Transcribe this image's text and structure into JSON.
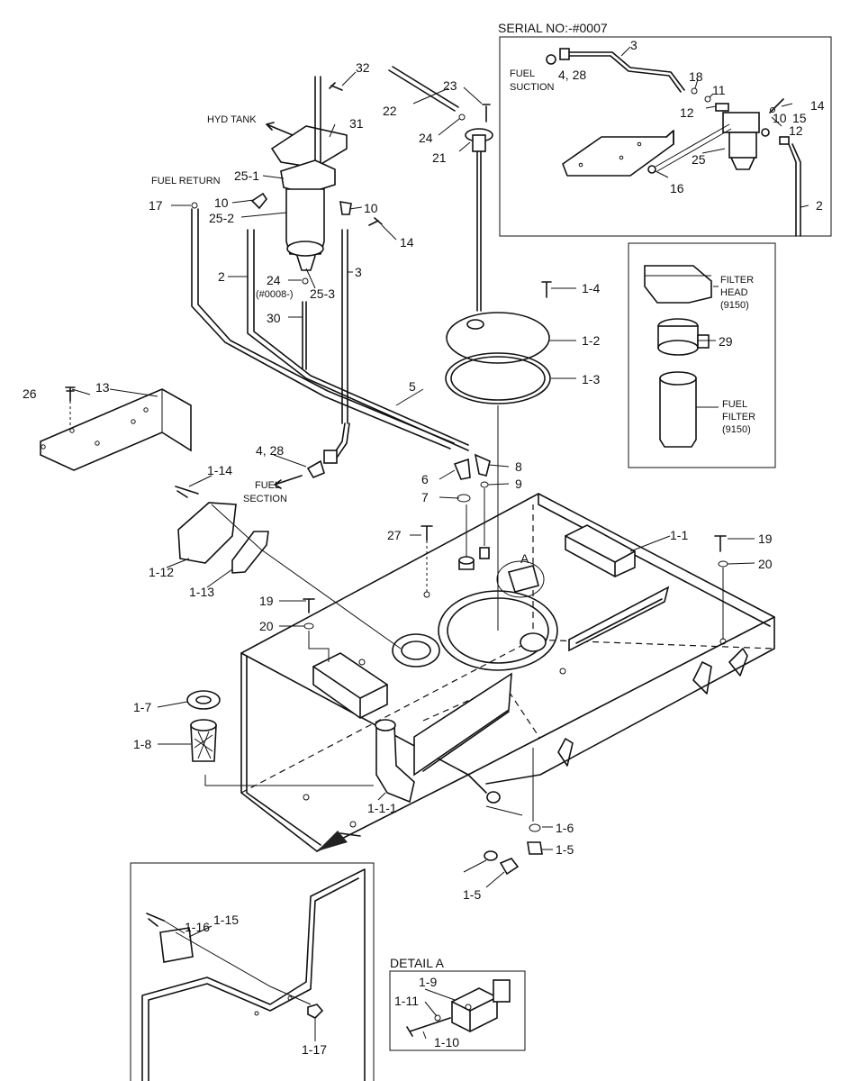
{
  "headers": {
    "serial": "SERIAL NO:-#0007",
    "detail_a": "DETAIL A",
    "hyd_tank": "HYD TANK",
    "fuel_return": "FUEL RETURN",
    "fuel_suction_l1": "FUEL",
    "fuel_suction_l2": "SUCTION",
    "fuel_section_l1": "FUEL",
    "fuel_section_l2": "SECTION",
    "filter_head_l1": "FILTER",
    "filter_head_l2": "HEAD",
    "filter_head_l3": "(9150)",
    "fuel_filter_l1": "FUEL",
    "fuel_filter_l2": "FILTER",
    "fuel_filter_l3": "(9150)",
    "serial_note": "(#0008-)",
    "detail_marker": "A"
  },
  "labels": {
    "p32": "32",
    "p31": "31",
    "p22": "22",
    "p23": "23",
    "p24a": "24",
    "p21": "21",
    "p25_1": "25-1",
    "p10a": "10",
    "p10b": "10",
    "p17": "17",
    "p25_2": "25-2",
    "p14a": "14",
    "p2a": "2",
    "p24b": "24",
    "p25_3": "25-3",
    "p3a": "3",
    "p30": "30",
    "p1_4": "1-4",
    "p1_2": "1-2",
    "p1_3": "1-3",
    "p26": "26",
    "p13": "13",
    "p5": "5",
    "p4_28a": "4, 28",
    "p6": "6",
    "p8": "8",
    "p7": "7",
    "p9": "9",
    "p1_14": "1-14",
    "p1_12": "1-12",
    "p1_13": "1-13",
    "p27": "27",
    "p1_1": "1-1",
    "p19a": "19",
    "p20a": "20",
    "p19b": "19",
    "p20b": "20",
    "p1_7": "1-7",
    "p1_8": "1-8",
    "p1_1_1": "1-1-1",
    "p1_6": "1-6",
    "p1_5a": "1-5",
    "p1_5b": "1-5",
    "p1_16": "1-16",
    "p1_15": "1-15",
    "p1_17": "1-17",
    "p1_9": "1-9",
    "p1_11": "1-11",
    "p1_10": "1-10",
    "s3": "3",
    "s4_28": "4, 28",
    "s18": "18",
    "s11": "11",
    "s12a": "12",
    "s14": "14",
    "s10": "10",
    "s15": "15",
    "s12b": "12",
    "s25": "25",
    "s16": "16",
    "s2": "2",
    "f29": "29"
  }
}
